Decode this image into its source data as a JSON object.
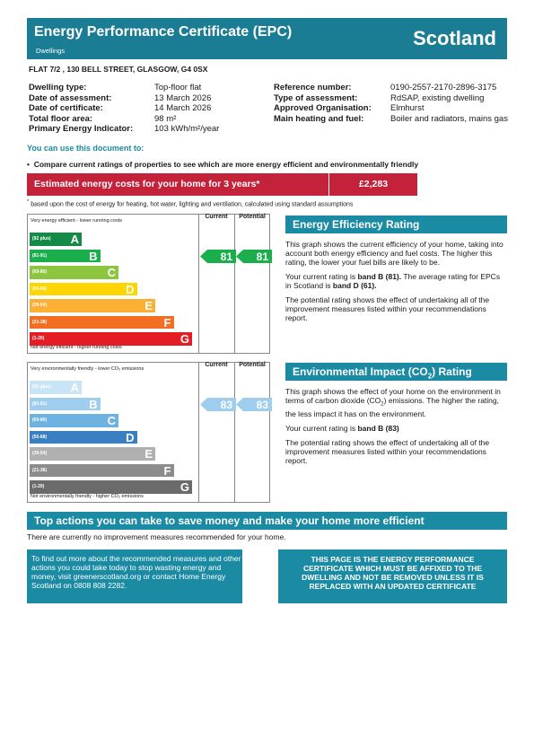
{
  "header": {
    "title": "Energy Performance Certificate (EPC)",
    "subtitle": "Dwellings",
    "country": "Scotland"
  },
  "address": "FLAT 7/2 , 130 BELL STREET, GLASGOW, G4 0SX",
  "details_left": [
    {
      "label": "Dwelling type:",
      "value": "Top-floor flat"
    },
    {
      "label": "Date of assessment:",
      "value": "13 March 2026"
    },
    {
      "label": "Date of certificate:",
      "value": "14 March 2026"
    },
    {
      "label": "Total floor area:",
      "value": "98 m²"
    },
    {
      "label": "Primary Energy Indicator:",
      "value": "103 kWh/m²/year"
    }
  ],
  "details_right": [
    {
      "label": "Reference number:",
      "value": "0190-2557-2170-2896-3175"
    },
    {
      "label": "Type of assessment:",
      "value": "RdSAP, existing dwelling"
    },
    {
      "label": "Approved Organisation:",
      "value": "Elmhurst"
    },
    {
      "label": "Main heating and fuel:",
      "value": "Boiler and radiators, mains gas"
    }
  ],
  "use_doc": "You can use this document to:",
  "bullet": "Compare current ratings of properties to see which are more energy efficient and environmentally friendly",
  "cost": {
    "label": "Estimated energy costs for your home for 3 years*",
    "value": "£2,283",
    "note": "based upon the cost of energy for heating, hot water, lighting and ventilation, calculated using standard assumptions",
    "note_mark": "*"
  },
  "ee_chart": {
    "top_label": "Very energy efficient - lower running costs",
    "bottom_label": "Not energy efficient - higher running costs",
    "col_current": "Current",
    "col_potential": "Potential",
    "bands": [
      {
        "range": "(92 plus)",
        "letter": "A",
        "color": "#138a45"
      },
      {
        "range": "(81-91)",
        "letter": "B",
        "color": "#1aaf4c"
      },
      {
        "range": "(69-80)",
        "letter": "C",
        "color": "#8cc63f"
      },
      {
        "range": "(55-68)",
        "letter": "D",
        "color": "#ffd500"
      },
      {
        "range": "(39-54)",
        "letter": "E",
        "color": "#fbb034"
      },
      {
        "range": "(21-38)",
        "letter": "F",
        "color": "#f26f22"
      },
      {
        "range": "(1-20)",
        "letter": "G",
        "color": "#e31d23"
      }
    ],
    "current": 81,
    "potential": 81,
    "arrow_color": "#1aaf4c"
  },
  "ei_chart": {
    "top_label": "Very environmentally friendly - lower CO₂ emissions",
    "bottom_label": "Not environmentally friendly - higher CO₂ emissions",
    "col_current": "Current",
    "col_potential": "Potential",
    "bands": [
      {
        "range": "(92 plus)",
        "letter": "A",
        "color": "#c9e4f4"
      },
      {
        "range": "(81-91)",
        "letter": "B",
        "color": "#9fcdee"
      },
      {
        "range": "(69-80)",
        "letter": "C",
        "color": "#6db2e1"
      },
      {
        "range": "(55-68)",
        "letter": "D",
        "color": "#3a7fc1"
      },
      {
        "range": "(39-54)",
        "letter": "E",
        "color": "#b0b0b0"
      },
      {
        "range": "(21-38)",
        "letter": "F",
        "color": "#8c8c8c"
      },
      {
        "range": "(1-20)",
        "letter": "G",
        "color": "#6b6b6b"
      }
    ],
    "current": 83,
    "potential": 83,
    "arrow_color": "#9fcdee"
  },
  "eer_section": {
    "title": "Energy Efficiency Rating",
    "p1": "This graph shows the current efficiency of your home, taking into account both energy efficiency and fuel costs. The higher this rating, the lower your fuel bills are likely to be.",
    "p2a": "Your current rating is ",
    "p2b": "band B (81).",
    "p2c": " The average rating for EPCs in Scotland is ",
    "p2d": "band D (61).",
    "p3": "The potential rating shows the effect of undertaking all of the improvement measures listed within your recommendations report."
  },
  "eir_section": {
    "title_a": "Environmental Impact (CO",
    "title_sub": "2",
    "title_b": ") Rating",
    "p1a": "This graph shows the effect of your home on the environment in terms of carbon dioxide (CO",
    "p1sub": "2",
    "p1b": ") emissions. The higher the rating, the less impact it has on the environment.",
    "p2a": "Your current rating is ",
    "p2b": "band B (83)",
    "p3": "The potential rating shows the effect of undertaking all of the improvement measures listed within your recommendations report."
  },
  "top_actions": {
    "title": "Top actions you can take to save money and make your home more efficient",
    "none": "There are currently no improvement measures recommended for your home."
  },
  "info_box": "To find out more about the recommended measures and other actions you could take today to stop wasting energy and money, visit greenerscotland.org or contact Home Energy Scotland on 0808 808 2282.",
  "affix_box": "THIS PAGE IS THE ENERGY PERFORMANCE CERTIFICATE WHICH MUST BE AFFIXED TO THE DWELLING AND NOT BE REMOVED UNLESS IT IS REPLACED WITH AN UPDATED CERTIFICATE"
}
